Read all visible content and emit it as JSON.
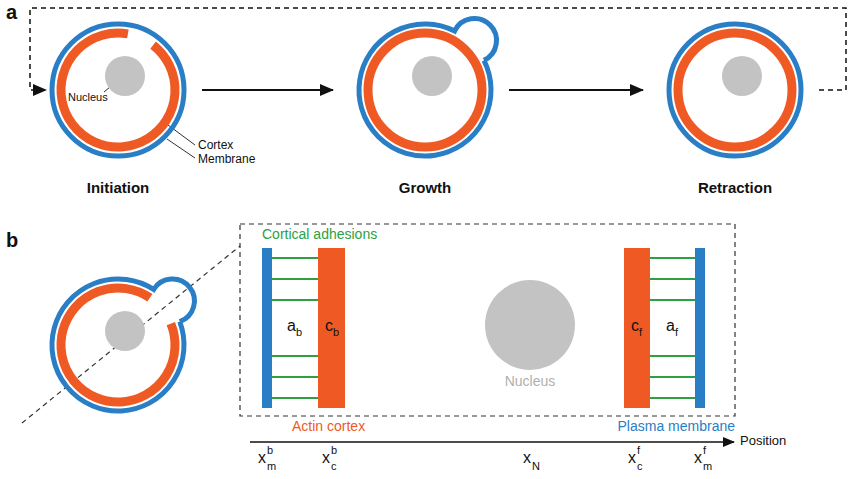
{
  "diagram": {
    "nodes": [
      {
        "text": [
          "Initiation"
        ]
      },
      {
        "text": [
          "Growth"
        ]
      },
      {
        "text": [
          "Retraction"
        ]
      },
      {
        "text": [
          "Nucleus"
        ]
      }
    ],
    "edges": [
      {
        "from": 0,
        "to": 1,
        "arrow": "to"
      },
      {
        "from": 1,
        "to": 2,
        "arrow": "to"
      },
      {
        "from": 2,
        "to": 0,
        "arrow": "to"
      }
    ],
    "labels": [
      "a",
      "Nucleus",
      "Cortex",
      "Membrane",
      "b",
      "Cortical adhesions",
      "a",
      "b",
      "c",
      "b",
      "c",
      "f",
      "a",
      "f",
      "Actin cortex",
      "Plasma membrane",
      "Position",
      "x",
      "m",
      "b",
      "x",
      "c",
      "b",
      "x",
      "N",
      "x",
      "c",
      "f",
      "x",
      "m",
      "f"
    ]
  }
}
